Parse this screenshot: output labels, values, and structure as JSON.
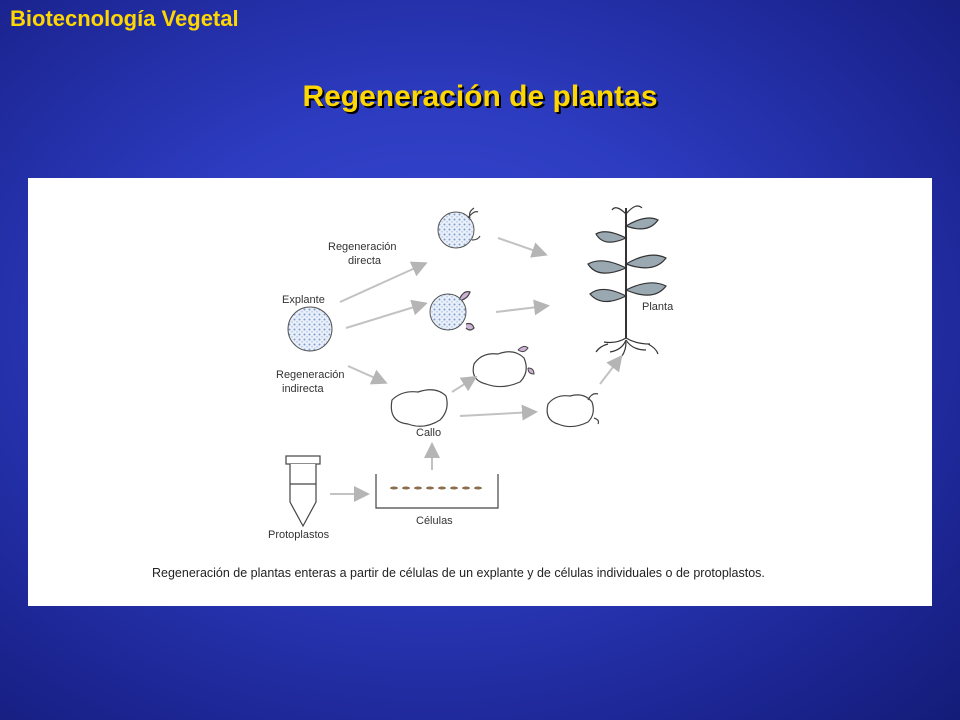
{
  "header": {
    "title": "Biotecnología Vegetal"
  },
  "slide": {
    "title": "Regeneración de plantas"
  },
  "diagram": {
    "labels": {
      "regeneracion_directa_1": "Regeneración",
      "regeneracion_directa_2": "directa",
      "explante": "Explante",
      "regeneracion_indirecta_1": "Regeneración",
      "regeneracion_indirecta_2": "indirecta",
      "callo": "Callo",
      "protoplastos": "Protoplastos",
      "celulas": "Células",
      "planta": "Planta"
    },
    "caption": "Regeneración de plantas enteras a partir de células de un explante y de células individuales o de protoplastos."
  },
  "colors": {
    "background": "#2c3bbf",
    "title": "#ffd700",
    "arrow": "#bdbdbd",
    "stipple": "#a9c4e6",
    "plant_leaf": "#9aa8b2"
  }
}
